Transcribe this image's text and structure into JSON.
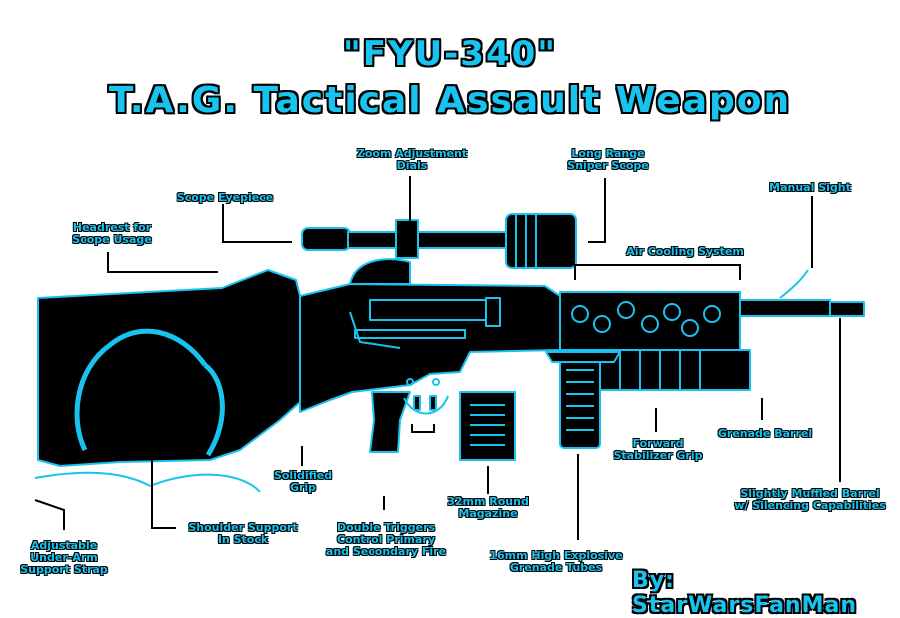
{
  "title_line1": "\"FYU-340\"",
  "title_line2": "T.A.G. Tactical Assault Weapon",
  "labels": {
    "zoom": "Zoom Adjustment\nDials",
    "sniper": "Long Range\nSniper Scope",
    "eyepiece": "Scope Eyepiece",
    "manual_sight": "Manual Sight",
    "headrest": "Headrest for\nScope Usage",
    "air_cooling": "Air Cooling System",
    "grenade_barrel": "Grenade Barrel",
    "forward_grip": "Forward\nStabilizer Grip",
    "muffled": "Slightly Muffled Barrel\nw/ Silencing Capabilities",
    "solid_grip": "Solidified\nGrip",
    "magazine": "32mm Round\nMagazine",
    "triggers": "Double Triggers\nControl Primary\nand Secondary Fire",
    "grenade_tubes": "16mm High Explosive\nGrenade Tubes",
    "shoulder": "Shoulder Support\nIn Stock",
    "strap": "Adjustable\nUnder-Arm\nSupport Strap"
  },
  "credit": "By: StarWarsFanMan",
  "colors": {
    "accent": "#19c3ef",
    "ink": "#000000"
  }
}
